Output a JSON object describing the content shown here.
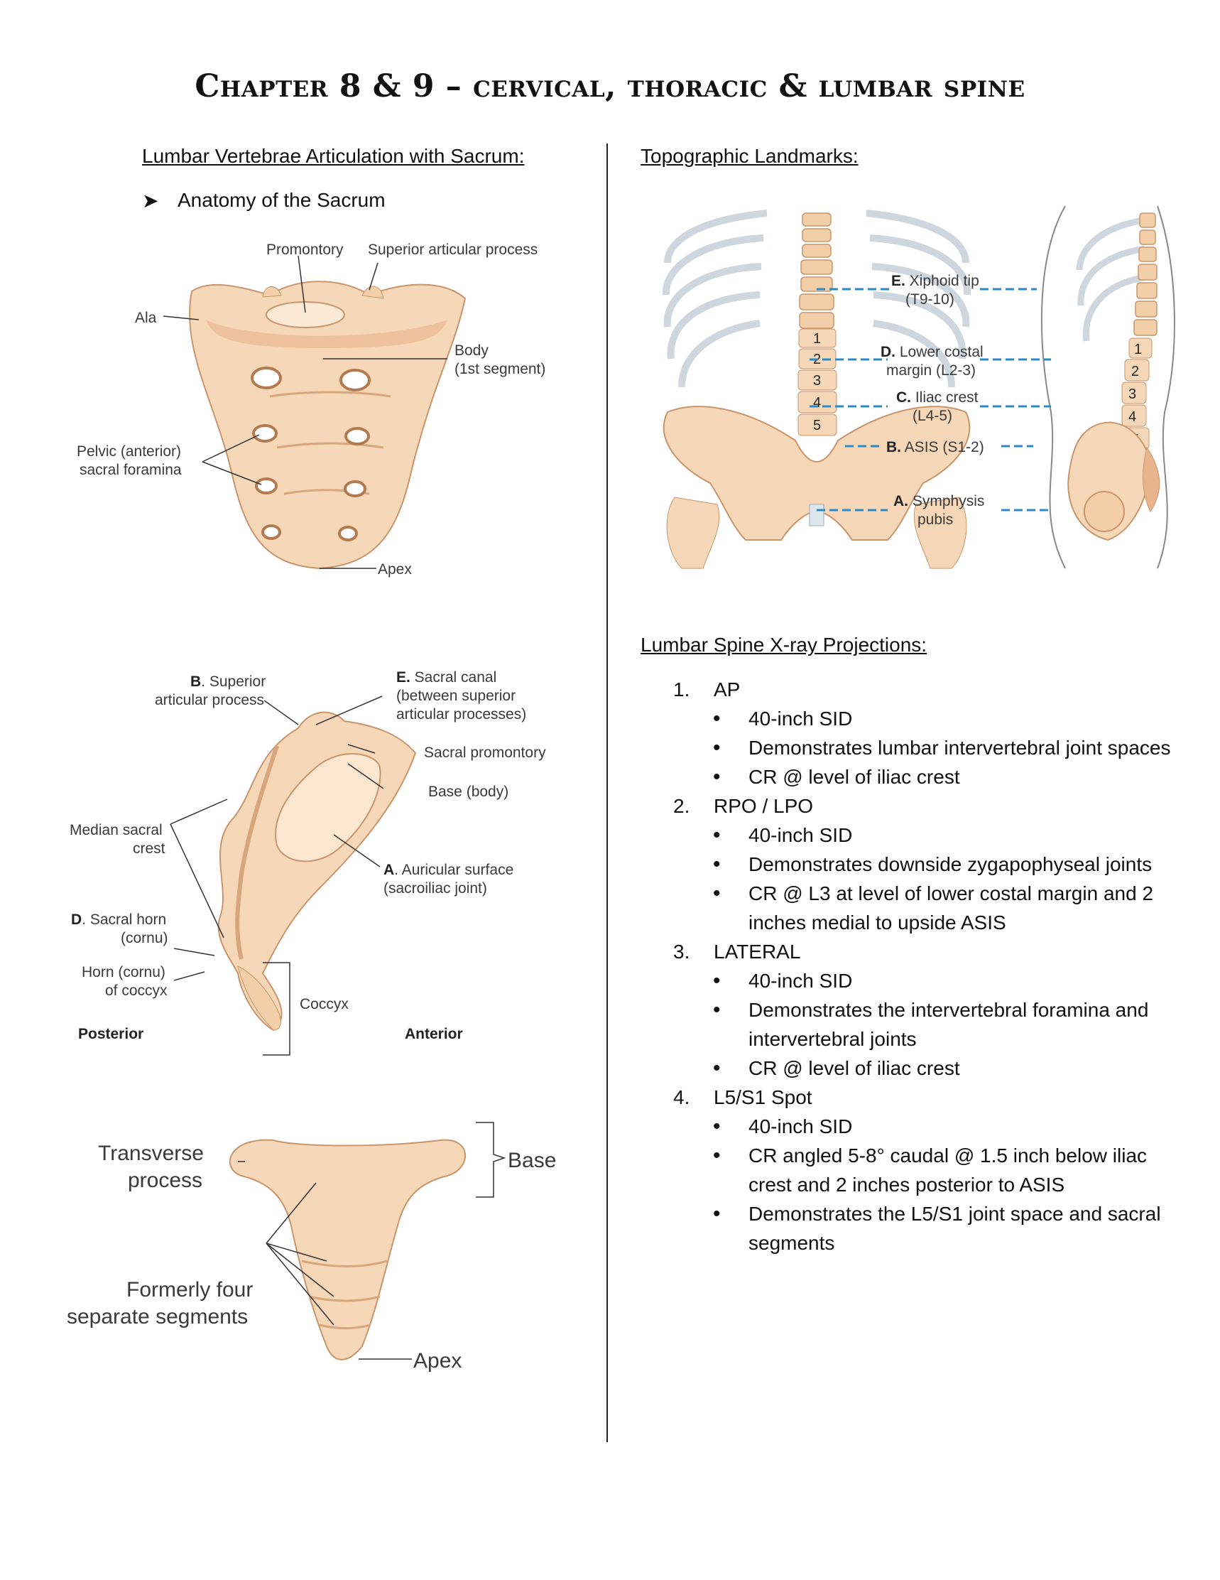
{
  "title": "Chapter 8 & 9 – cervical, thoracic & lumbar spine",
  "left": {
    "heading": "Lumbar Vertebrae Articulation with Sacrum:",
    "bullet": "Anatomy of the Sacrum",
    "fig1": {
      "promontory": "Promontory",
      "superior_articular": "Superior articular process",
      "ala": "Ala",
      "body_1": "Body",
      "body_2": "(1st segment)",
      "pelvic_1": "Pelvic (anterior)",
      "pelvic_2": "sacral foramina",
      "apex": "Apex"
    },
    "fig2": {
      "b_letter": "B",
      "b_1": ". Superior",
      "b_2": "articular process",
      "e_letter": "E.",
      "e_1": " Sacral canal",
      "e_2": "(between superior",
      "e_3": "articular processes)",
      "promontory": "Sacral promontory",
      "base": "Base (body)",
      "median_1": "Median sacral",
      "median_2": "crest",
      "a_letter": "A",
      "a_1": ". Auricular surface",
      "a_2": "(sacroiliac joint)",
      "d_letter": "D",
      "d_1": ". Sacral horn",
      "d_2": "(cornu)",
      "horn_1": "Horn (cornu)",
      "horn_2": "of coccyx",
      "coccyx": "Coccyx",
      "posterior": "Posterior",
      "anterior": "Anterior"
    },
    "fig3": {
      "transverse_1": "Transverse",
      "transverse_2": "process",
      "base": "Base",
      "formerly_1": "Formerly four",
      "formerly_2": "separate segments",
      "apex": "Apex"
    }
  },
  "right": {
    "topo_heading": "Topographic Landmarks:",
    "topo": {
      "e_letter": "E.",
      "e_1": " Xiphoid tip",
      "e_2": "(T9-10)",
      "d_letter": "D.",
      "d_1": " Lower costal",
      "d_2": "margin (L2-3)",
      "c_letter": "C.",
      "c_1": " Iliac crest",
      "c_2": "(L4-5)",
      "b_letter": "B.",
      "b_1": " ASIS (S1-2)",
      "a_letter": "A.",
      "a_1": " Symphysis",
      "a_2": "pubis",
      "vertebrae": [
        "1",
        "2",
        "3",
        "4",
        "5"
      ]
    },
    "proj_heading": "Lumbar Spine X-ray Projections:",
    "projections": [
      {
        "num": "1.",
        "name": "AP",
        "points": [
          "40-inch SID",
          "Demonstrates lumbar intervertebral joint spaces",
          "CR @ level of iliac crest"
        ]
      },
      {
        "num": "2.",
        "name": "RPO / LPO",
        "points": [
          "40-inch SID",
          "Demonstrates downside zygapophyseal joints",
          "CR @ L3 at level of lower costal margin and 2 inches medial to upside ASIS"
        ]
      },
      {
        "num": "3.",
        "name": "LATERAL",
        "points": [
          "40-inch SID",
          "Demonstrates the intervertebral foramina and intervertebral joints",
          "CR @ level of iliac crest"
        ]
      },
      {
        "num": "4.",
        "name": "L5/S1 Spot",
        "points": [
          "40-inch SID",
          "CR angled 5-8° caudal @ 1.5 inch below iliac crest and 2 inches posterior to ASIS",
          "Demonstrates the L5/S1 joint space and sacral segments"
        ]
      }
    ]
  },
  "colors": {
    "bone": "#f6d8b8",
    "bone_shade": "#e9b48c",
    "bone_edge": "#c9956c",
    "landmark_line": "#2b8ac4",
    "rib": "#cfd6de"
  }
}
